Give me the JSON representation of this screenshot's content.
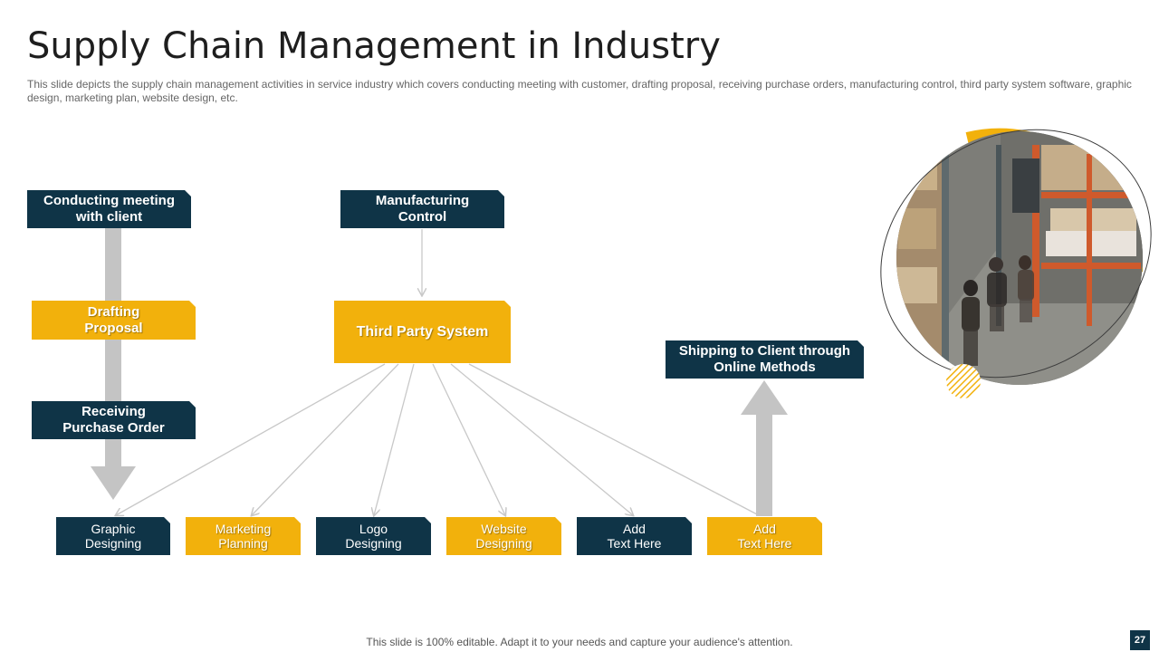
{
  "slide": {
    "title": "Supply Chain Management in Industry",
    "subtitle": "This slide depicts the supply chain management activities in service industry which covers conducting meeting with customer, drafting proposal, receiving purchase orders, manufacturing control, third party system software, graphic design, marketing plan, website design, etc.",
    "footer": "This slide is 100% editable. Adapt it to your needs and capture your audience's attention.",
    "page_number": "27"
  },
  "nodes": {
    "conducting_meeting": {
      "line1": "Conducting meeting",
      "line2": "with client"
    },
    "drafting_proposal": {
      "line1": "Drafting",
      "line2": "Proposal"
    },
    "receiving_purchase_order": {
      "line1": "Receiving",
      "line2": "Purchase Order"
    },
    "manufacturing_control": {
      "line1": "Manufacturing",
      "line2": "Control"
    },
    "third_party_system": {
      "label": "Third Party System"
    },
    "shipping_to_client": {
      "line1": "Shipping to Client through",
      "line2": "Online Methods"
    },
    "graphic_designing": {
      "line1": "Graphic",
      "line2": "Designing"
    },
    "marketing_planning": {
      "line1": "Marketing",
      "line2": "Planning"
    },
    "logo_designing": {
      "line1": "Logo",
      "line2": "Designing"
    },
    "website_designing": {
      "line1": "Website",
      "line2": "Designing"
    },
    "add_text_1": {
      "line1": "Add",
      "line2": "Text Here"
    },
    "add_text_2": {
      "line1": "Add",
      "line2": "Text Here"
    }
  },
  "colors": {
    "navy": "#0f3447",
    "gold": "#f2b10c",
    "arrow_gray": "#c4c4c4",
    "connector_gray": "#c8c8c8"
  },
  "image": {
    "icon": "warehouse-photo"
  }
}
